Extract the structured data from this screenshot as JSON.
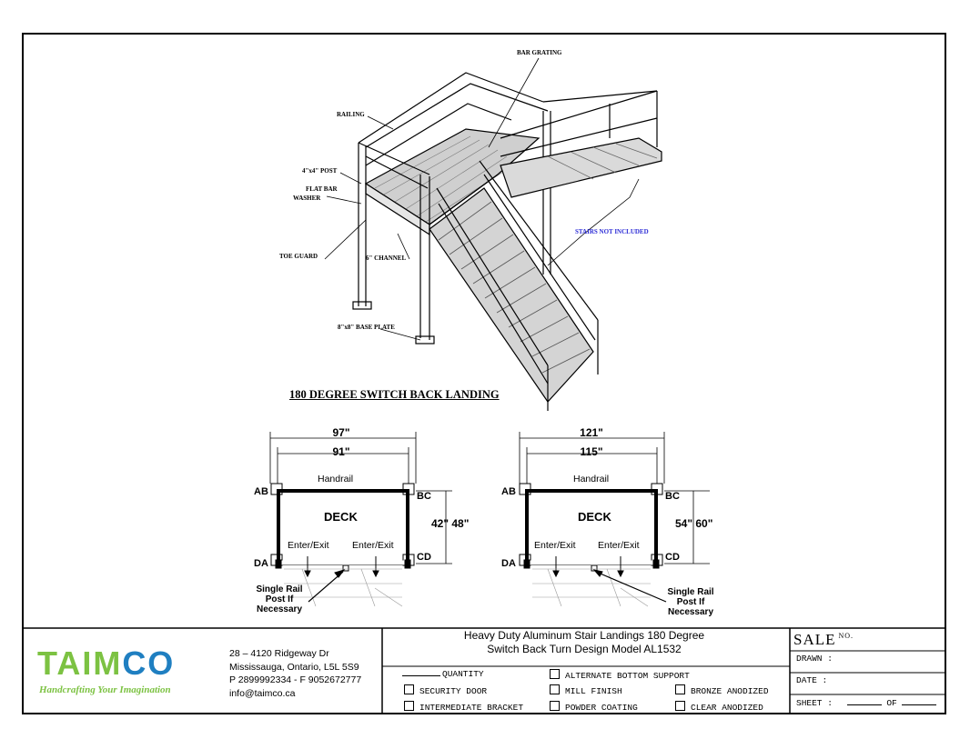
{
  "diagram": {
    "callouts": {
      "bar_grating": "BAR GRATING",
      "railing": "RAILING",
      "post": "4\"x4\" POST",
      "flat_bar_washer_1": "FLAT BAR",
      "flat_bar_washer_2": "WASHER",
      "toe_guard": "TOE GUARD",
      "channel": "6\" CHANNEL",
      "base_plate": "8\"x8\" BASE PLATE",
      "stairs_not_included": "STAIRS NOT INCLUDED"
    },
    "title": "180 DEGREE SWITCH BACK LANDING",
    "stairs_note_color": "#2b2bd6"
  },
  "plans": [
    {
      "outer_width": "97\"",
      "inner_width": "91\"",
      "handrail": "Handrail",
      "deck": "DECK",
      "enter_exit": [
        "Enter/Exit",
        "Enter/Exit"
      ],
      "corners": {
        "ab": "AB",
        "bc": "BC",
        "cd": "CD",
        "da": "DA"
      },
      "depths": "42\" 48\"",
      "post_note": [
        "Single Rail",
        "Post If",
        "Necessary"
      ]
    },
    {
      "outer_width": "121\"",
      "inner_width": "115\"",
      "handrail": "Handrail",
      "deck": "DECK",
      "enter_exit": [
        "Enter/Exit",
        "Enter/Exit"
      ],
      "corners": {
        "ab": "AB",
        "bc": "BC",
        "cd": "CD",
        "da": "DA"
      },
      "depths": "54\" 60\"",
      "post_note": [
        "Single Rail",
        "Post If",
        "Necessary"
      ]
    }
  ],
  "title_block": {
    "logo": {
      "part1": "TAIM",
      "part2": "CO",
      "tagline": "Handcrafting Your Imagination",
      "green": "#7cc242",
      "blue": "#1f7fc1"
    },
    "address": [
      "28 – 4120 Ridgeway Dr",
      "Mississauga, Ontario, L5L 5S9",
      "P 2899992334 - F 9052672777",
      "info@taimco.ca"
    ],
    "product_title": [
      "Heavy Duty Aluminum Stair Landings 180 Degree",
      "Switch Back Turn Design Model AL1532"
    ],
    "options": {
      "quantity": "QUANTITY",
      "security_door": "SECURITY DOOR",
      "intermediate_bracket": "INTERMEDIATE BRACKET",
      "alternate_bottom_support": "ALTERNATE BOTTOM SUPPORT",
      "mill_finish": "MILL FINISH",
      "powder_coating": "POWDER COATING",
      "bronze_anodized": "BRONZE ANODIZED",
      "clear_anodized": "CLEAR ANODIZED"
    },
    "sale": {
      "label": "SALE",
      "no": "NO."
    },
    "drawn": "DRAWN :",
    "date": "DATE :",
    "sheet": "SHEET :",
    "of": "OF"
  }
}
